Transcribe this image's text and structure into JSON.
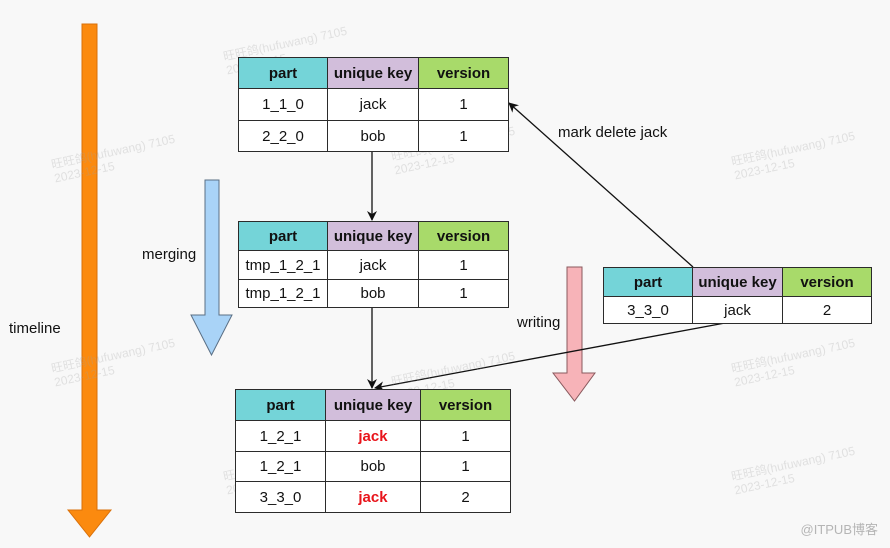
{
  "labels": {
    "timeline": "timeline",
    "merging": "merging",
    "writing": "writing",
    "mark_delete": "mark delete jack"
  },
  "colors": {
    "part_header": "#74d4d8",
    "key_header": "#d2bedb",
    "version_header": "#a8da6a",
    "highlight": "#e8141b",
    "timeline_arrow": "#fb8a0f",
    "merging_arrow": "#a9d3f7",
    "writing_arrow": "#f7b3b8"
  },
  "headers": {
    "part": "part",
    "key": "unique key",
    "version": "version"
  },
  "tables": {
    "initial": {
      "rows": [
        {
          "part": "1_1_0",
          "key": "jack",
          "version": "1"
        },
        {
          "part": "2_2_0",
          "key": "bob",
          "version": "1"
        }
      ]
    },
    "merging": {
      "rows": [
        {
          "part": "tmp_1_2_1",
          "key": "jack",
          "version": "1"
        },
        {
          "part": "tmp_1_2_1",
          "key": "bob",
          "version": "1"
        }
      ]
    },
    "new_write": {
      "rows": [
        {
          "part": "3_3_0",
          "key": "jack",
          "version": "2"
        }
      ]
    },
    "result": {
      "rows": [
        {
          "part": "1_2_1",
          "key": "jack",
          "version": "1",
          "highlight": true
        },
        {
          "part": "1_2_1",
          "key": "bob",
          "version": "1",
          "highlight": false
        },
        {
          "part": "3_3_0",
          "key": "jack",
          "version": "2",
          "highlight": true
        }
      ]
    }
  },
  "watermark": {
    "line1": "旺旺鸽(hufuwang) 7105",
    "line2": "2023-12-15"
  },
  "credit": "@ITPUB博客"
}
